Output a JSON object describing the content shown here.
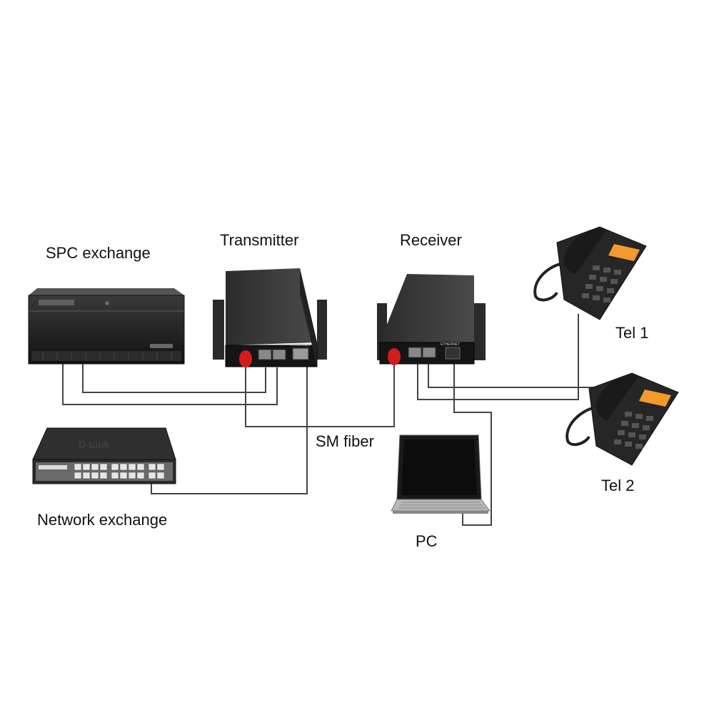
{
  "labels": {
    "spc_exchange": "SPC exchange",
    "transmitter": "Transmitter",
    "receiver": "Receiver",
    "tel1": "Tel 1",
    "tel2": "Tel 2",
    "sm_fiber": "SM fiber",
    "network_exchange": "Network exchange",
    "pc": "PC"
  },
  "device_markings": {
    "switch_brand": "D-Link",
    "transmitter_port": "ETHERNET",
    "receiver_port": "ETHERNET"
  },
  "colors": {
    "background": "#ffffff",
    "device_body": "#1e1e1e",
    "fiber_connector": "#d21c1c",
    "cable": "#444444",
    "phone_display": "#f29a2e"
  }
}
